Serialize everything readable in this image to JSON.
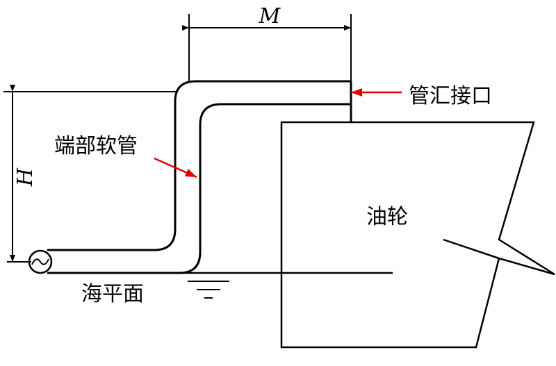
{
  "labels": {
    "dimension_m": "M",
    "dimension_h": "H",
    "hose": "端部软管",
    "manifold": "管汇接口",
    "tanker": "油轮",
    "sea_level": "海平面"
  },
  "colors": {
    "line": "#000000",
    "arrow": "#e60000",
    "background": "#ffffff"
  }
}
